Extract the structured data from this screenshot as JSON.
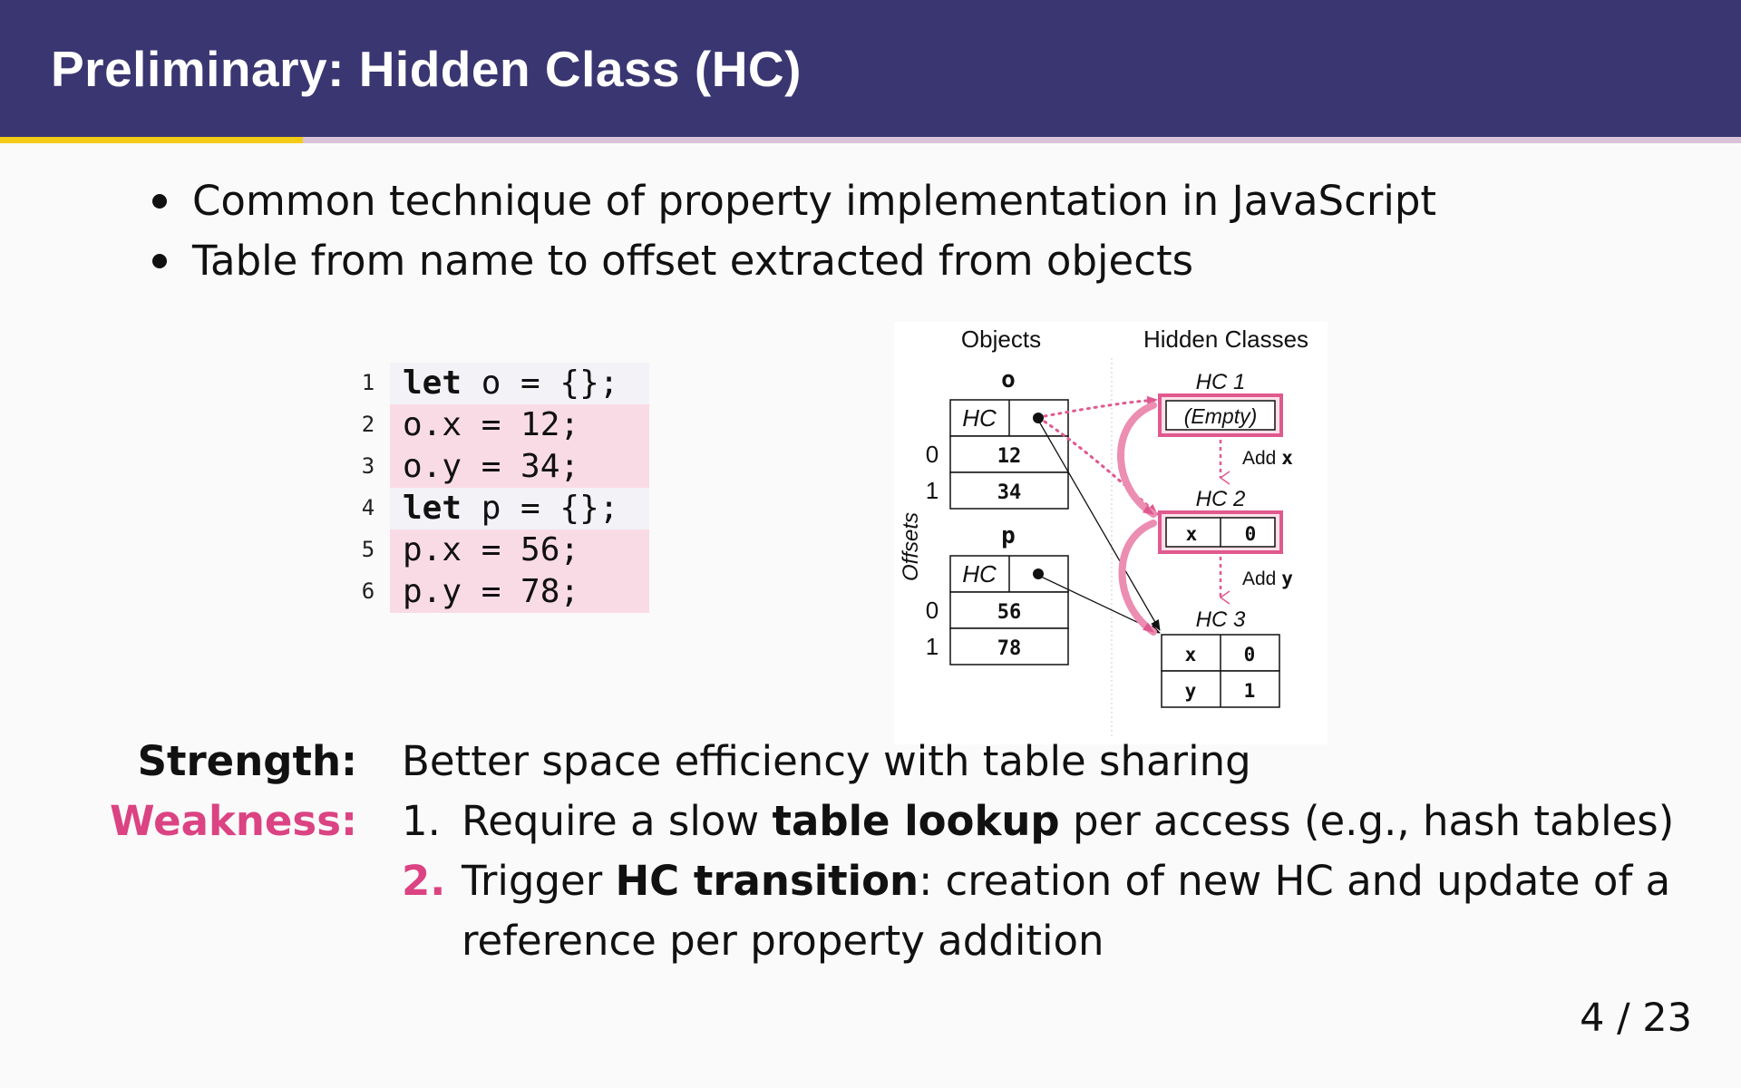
{
  "title": "Preliminary: Hidden Class (HC)",
  "bullets": [
    "Common technique of property implementation in JavaScript",
    "Table from name to offset extracted from objects"
  ],
  "progress": {
    "fraction": 0.1739
  },
  "code": [
    {
      "n": "1",
      "kw": "let",
      "rest": " o = {};"
    },
    {
      "n": "2",
      "kw": "",
      "rest": "o.x = 12;"
    },
    {
      "n": "3",
      "kw": "",
      "rest": "o.y = 34;"
    },
    {
      "n": "4",
      "kw": "let",
      "rest": " p = {};"
    },
    {
      "n": "5",
      "kw": "",
      "rest": "p.x = 56;"
    },
    {
      "n": "6",
      "kw": "",
      "rest": "p.y = 78;"
    }
  ],
  "diagram": {
    "objects_header": "Objects",
    "hc_header": "Hidden Classes",
    "offsets_label": "Offsets",
    "obj_o": "o",
    "obj_p": "p",
    "hc_cell": "HC",
    "o_values": [
      "12",
      "34"
    ],
    "p_values": [
      "56",
      "78"
    ],
    "offsets": [
      "0",
      "1"
    ],
    "hc1_label": "HC 1",
    "hc1_empty": "(Empty)",
    "add_x_prefix": "Add ",
    "add_x_name": "x",
    "hc2_label": "HC 2",
    "hc2_rows": [
      [
        "x",
        "0"
      ]
    ],
    "add_y_prefix": "Add ",
    "add_y_name": "y",
    "hc3_label": "HC 3",
    "hc3_rows": [
      [
        "x",
        "0"
      ],
      [
        "y",
        "1"
      ]
    ]
  },
  "strength": {
    "label": "Strength:",
    "text": "Better space efficiency with table sharing"
  },
  "weakness": {
    "label": "Weakness:",
    "items": [
      {
        "num": "1.",
        "pre": "Require a slow ",
        "bold": "table lookup",
        "post": " per access (e.g., hash tables)"
      },
      {
        "num": "2.",
        "pre": "Trigger ",
        "bold": "HC transition",
        "post": ": creation of new HC and update of a",
        "cont": "reference per property addition"
      }
    ]
  },
  "page_number": "4 / 23",
  "colors": {
    "header_bg": "#3a3672",
    "progress_fill": "#f3cc17",
    "progress_track": "#d9c3d8",
    "accent_pink": "#db4382",
    "code_highlight": "#f9dbe6",
    "hc_border": "#e0598f"
  }
}
